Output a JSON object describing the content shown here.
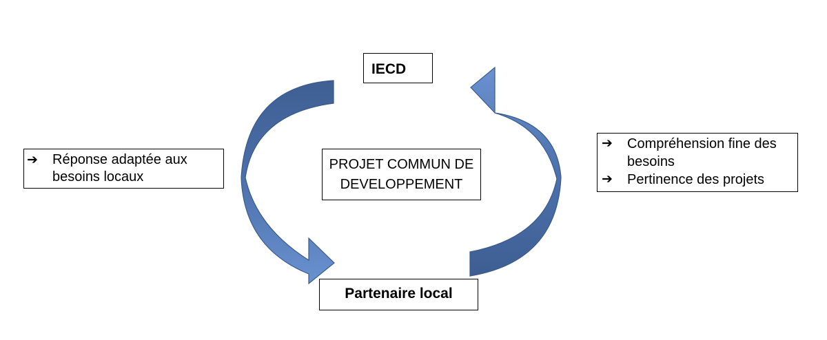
{
  "nodes": {
    "top": "IECD",
    "center": "PROJET COMMUN DE DEVELOPPEMENT",
    "bottom": "Partenaire local"
  },
  "left_notes": [
    {
      "icon": "right-arrow-icon",
      "text": "Réponse adaptée aux besoins locaux"
    }
  ],
  "right_notes": [
    {
      "icon": "right-arrow-icon",
      "text": "Compréhension fine des besoins"
    },
    {
      "icon": "right-arrow-icon",
      "text": "Pertinence des projets"
    }
  ],
  "colors": {
    "arrow_fill_light": "#5d84c4",
    "arrow_fill_dark": "#3e5f93",
    "arrow_stroke": "#3a5a8c"
  }
}
